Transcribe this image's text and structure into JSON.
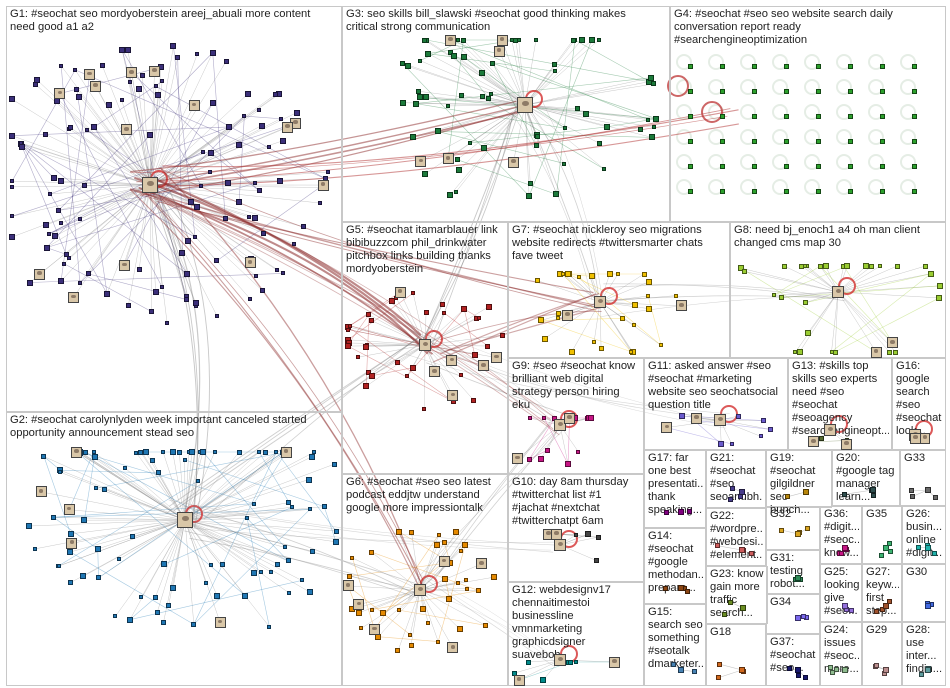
{
  "groups": [
    {
      "id": "G1",
      "label": "G1: #seochat seo mordyoberstein areej_abuali more content\nneed good a1 a2",
      "color": "#3b2f7a"
    },
    {
      "id": "G2",
      "label": "G2: #seochat carolynlyden week important canceled started\nopportunity announcement stead seo",
      "color": "#1f77b4"
    },
    {
      "id": "G3",
      "label": "G3: seo skills bill_slawski #seochat good thinking makes\ncritical strong communication",
      "color": "#1b7a3a"
    },
    {
      "id": "G4",
      "label": "G4: #seochat #seo seo website search daily\nconversation report ready\n#searchengineoptimization",
      "color": "#2ca02c"
    },
    {
      "id": "G5",
      "label": "G5: #seochat itamarblauer link\nbibibuzzcom phil_drinkwater\npitchbox links building thanks\nmordyoberstein",
      "color": "#b22222"
    },
    {
      "id": "G6",
      "label": "G6: #seochat #seo seo latest\npodcast eddjtw understand\ngoogle more impressiontalk",
      "color": "#e68a00"
    },
    {
      "id": "G7",
      "label": "G7: #seochat nickleroy seo migrations\nwebsite redirects #twittersmarter chats\nfave tweet",
      "color": "#f0c000"
    },
    {
      "id": "G8",
      "label": "G8: need bj_enoch1 a4 oh man client\nchanged cms map 30",
      "color": "#9acd32"
    },
    {
      "id": "G9",
      "label": "G9: #seo #seochat know\nbrilliant web digital\nstrategy person hiring\neku",
      "color": "#c71585"
    },
    {
      "id": "G10",
      "label": "G10: day 8am thursday\n#twitterchat list #1\n#jachat #nextchat\n#twitterchatpt 6am",
      "color": "#444444"
    },
    {
      "id": "G11",
      "label": "G11: asked answer #seo\n#seochat #marketing\nwebsite seo seochatsocial\nquestion title",
      "color": "#6a5acd"
    },
    {
      "id": "G12",
      "label": "G12: webdesignv17\nchennaitimestoi\nbusinessline\nvmnmarketing\ngraphicdsigner\nsuavebob",
      "color": "#008b8b"
    },
    {
      "id": "G13",
      "label": "G13: #skills top\nskills seo experts\nneed #seo\n#seochat\n#seoagency\n#searchengineopt...",
      "color": "#556b2f"
    },
    {
      "id": "G14",
      "label": "G14:\n#seochat\n#google\nmethodan...\nprepare...",
      "color": "#8b4513"
    },
    {
      "id": "G15",
      "label": "G15:\nsearch seo\nsomething\n#seotalk\ndmarketer...",
      "color": "#4682b4"
    },
    {
      "id": "G16",
      "label": "G16:\ngoogle\nsearch\n#seo\n#seochat\nlook...",
      "color": "#708090"
    },
    {
      "id": "G17",
      "label": "G17: far\none best\npresentati...\nthank\nspeaking...",
      "color": "#800080"
    },
    {
      "id": "G18",
      "label": "G18",
      "color": "#d2691e"
    },
    {
      "id": "G19",
      "label": "G19:\n#seochat\ngilgildner\nseo bunch...",
      "color": "#b8860b"
    },
    {
      "id": "G20",
      "label": "G20:\n#google tag\nmanager\nlearn...",
      "color": "#2f4f4f"
    },
    {
      "id": "G21",
      "label": "G21:\n#seochat\n#seo\nseoanubh...",
      "color": "#483d8b"
    },
    {
      "id": "G22",
      "label": "G22:\n#wordpre...\n#webdesi...\n#element...",
      "color": "#cd5c5c"
    },
    {
      "id": "G23",
      "label": "G23: know\ngain more\ntraffic\nsearch...",
      "color": "#6b8e23"
    },
    {
      "id": "G24",
      "label": "G24:\nissues\n#seoc...\nmore...",
      "color": "#8fbc8f"
    },
    {
      "id": "G25",
      "label": "G25:\nlooking\ngive\n#seo...",
      "color": "#9370db"
    },
    {
      "id": "G26",
      "label": "G26:\nbusin...\nonline\n#digit...",
      "color": "#20b2aa"
    },
    {
      "id": "G27",
      "label": "G27:\nkeyw...\nfirst\nstep...",
      "color": "#a0522d"
    },
    {
      "id": "G28",
      "label": "G28:\nuse\ninter...\nfindin...",
      "color": "#5f9ea0"
    },
    {
      "id": "G29",
      "label": "G29",
      "color": "#bc8f8f"
    },
    {
      "id": "G30",
      "label": "G30",
      "color": "#4169e1"
    },
    {
      "id": "G31",
      "label": "G31:\ntesting\nrobot...",
      "color": "#2e8b57"
    },
    {
      "id": "G32",
      "label": "G32",
      "color": "#daa520"
    },
    {
      "id": "G33",
      "label": "G33",
      "color": "#696969"
    },
    {
      "id": "G34",
      "label": "G34",
      "color": "#7b68ee"
    },
    {
      "id": "G35",
      "label": "G35",
      "color": "#3cb371"
    },
    {
      "id": "G36",
      "label": "G36:\n#digit...\n#seoc...\nknow...",
      "color": "#c71585"
    },
    {
      "id": "G37",
      "label": "G37:\n#seochat\n#seo...",
      "color": "#191970"
    }
  ]
}
